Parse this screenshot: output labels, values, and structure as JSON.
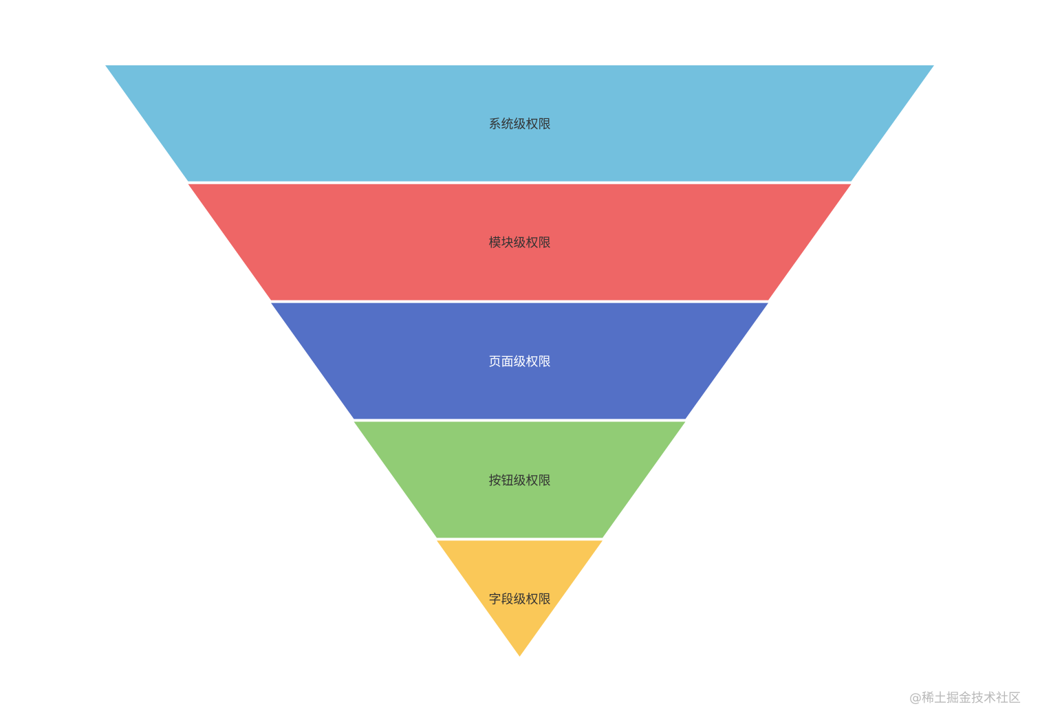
{
  "chart_data": {
    "type": "funnel",
    "title": "",
    "sort": "descending",
    "min": 0,
    "max": 100,
    "categories": [
      "系统级权限",
      "模块级权限",
      "页面级权限",
      "按钮级权限",
      "字段级权限"
    ],
    "values": [
      100,
      80,
      60,
      40,
      20
    ],
    "colors": [
      "#73c0de",
      "#ee6666",
      "#5470c6",
      "#91cc75",
      "#fac858"
    ],
    "label_colors": [
      "#333333",
      "#333333",
      "#ffffff",
      "#333333",
      "#333333"
    ],
    "label_position": "inside",
    "legend": "none"
  },
  "watermark": "@稀土掘金技术社区"
}
